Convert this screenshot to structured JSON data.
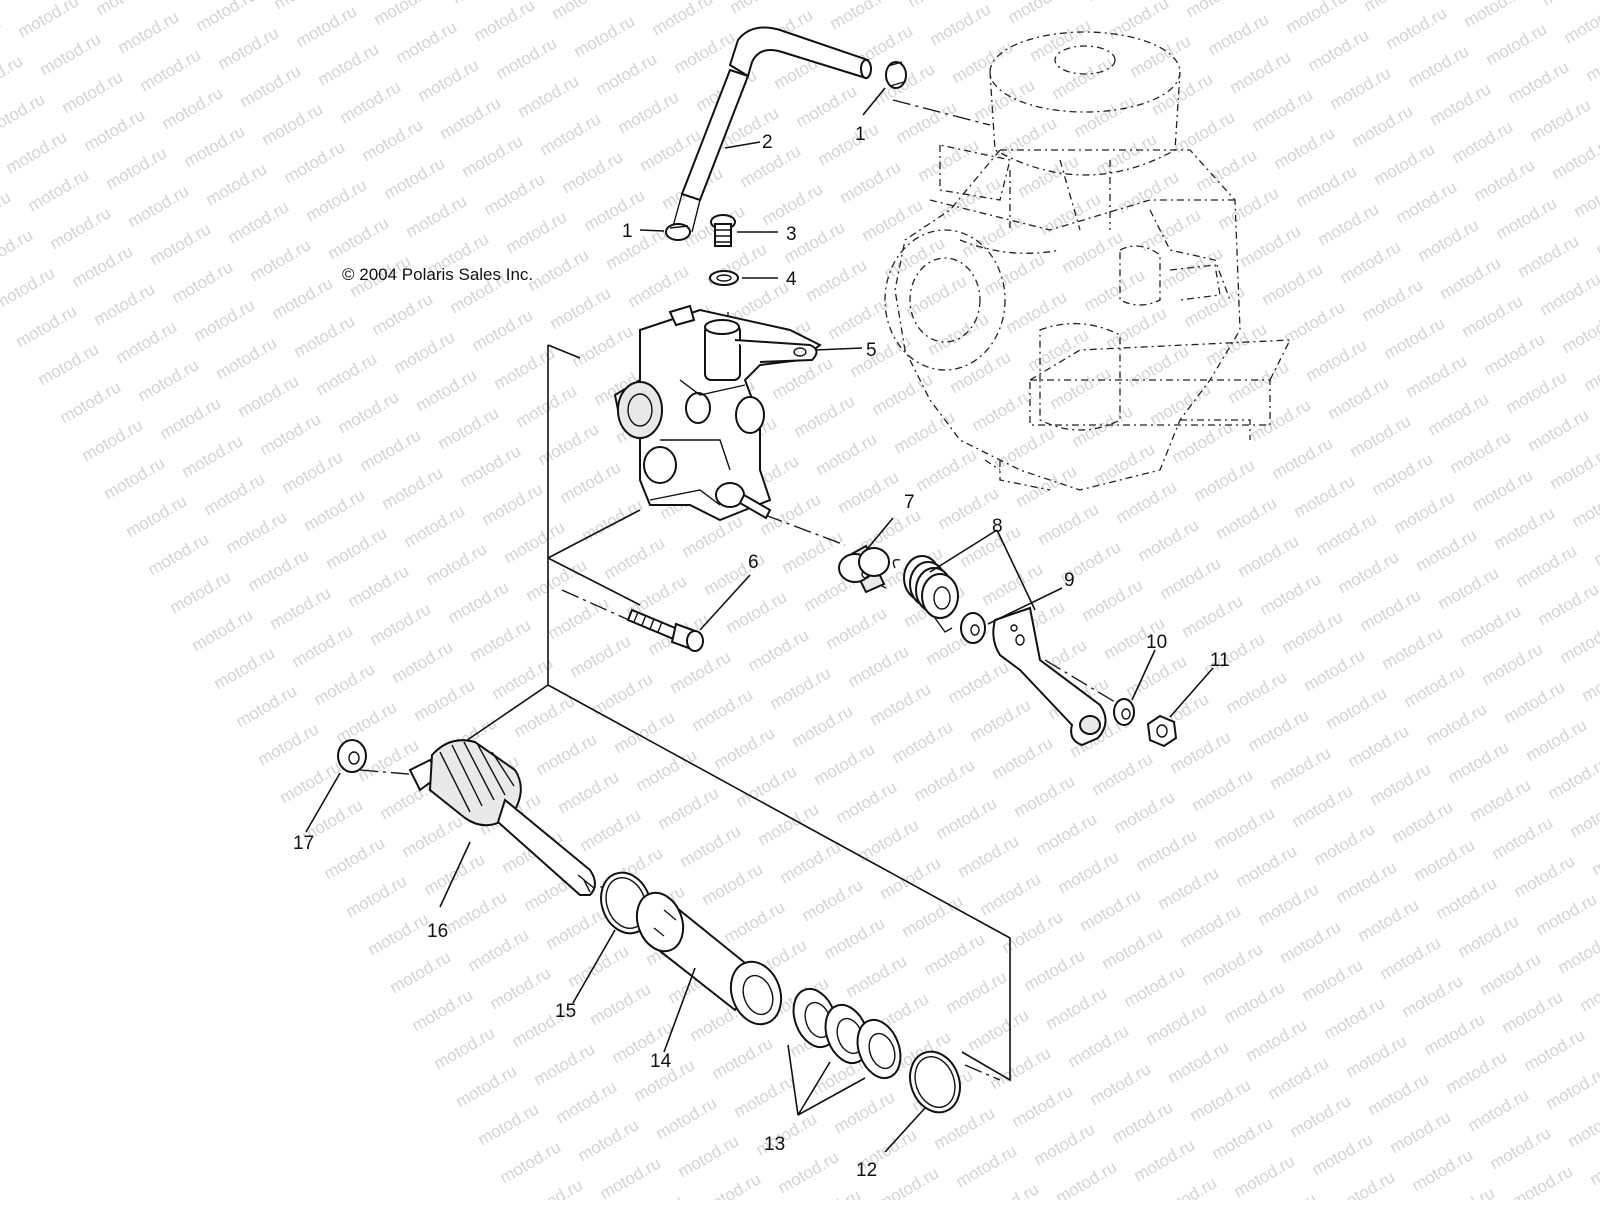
{
  "diagram": {
    "copyright": "© 2004 Polaris Sales Inc.",
    "watermark": "motod.ru",
    "callouts": {
      "c1a": "1",
      "c1b": "1",
      "c2": "2",
      "c3": "3",
      "c4": "4",
      "c5": "5",
      "c6": "6",
      "c7": "7",
      "c8": "8",
      "c9": "9",
      "c10": "10",
      "c11": "11",
      "c12": "12",
      "c13": "13",
      "c14": "14",
      "c15": "15",
      "c16": "16",
      "c17": "17"
    }
  }
}
